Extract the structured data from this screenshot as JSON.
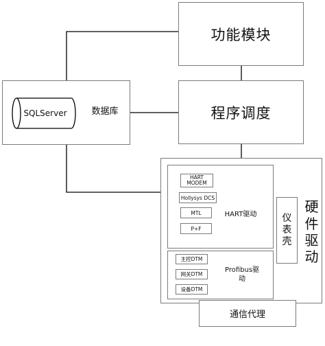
{
  "nodes": {
    "function_module": "功能模块",
    "scheduler": "程序调度",
    "database_label": "数据库",
    "sqlserver": "SQLServer",
    "hardware_driver": [
      "硬",
      "件",
      "驱",
      "动"
    ],
    "meter_shell": [
      "仪",
      "表",
      "壳"
    ],
    "hart_driver": "HART驱动",
    "hart_items": [
      "HART MODEM",
      "Hollysys DCS",
      "MTL",
      "P+F"
    ],
    "profibus_driver": [
      "Profibus驱",
      "动"
    ],
    "profibus_items": [
      "主控DTM",
      "网关DTM",
      "设备DTM"
    ],
    "comm_proxy": "通信代理"
  }
}
